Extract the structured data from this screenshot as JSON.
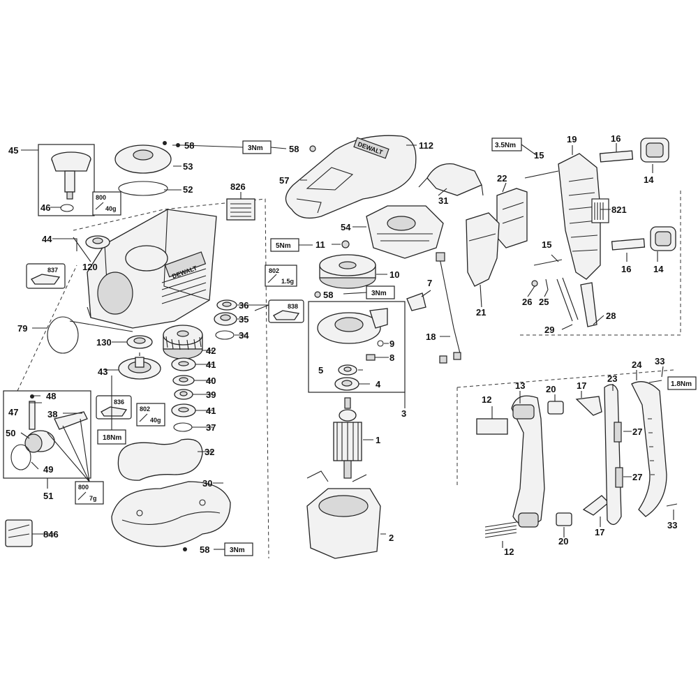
{
  "callouts": {
    "c1": "1",
    "c2": "2",
    "c3": "3",
    "c4": "4",
    "c5": "5",
    "c7": "7",
    "c8": "8",
    "c9": "9",
    "c10": "10",
    "c11": "11",
    "c12a": "12",
    "c12b": "12",
    "c13": "13",
    "c14a": "14",
    "c14b": "14",
    "c15a": "15",
    "c15b": "15",
    "c16a": "16",
    "c16b": "16",
    "c17a": "17",
    "c17b": "17",
    "c18": "18",
    "c19": "19",
    "c20a": "20",
    "c20b": "20",
    "c21": "21",
    "c22": "22",
    "c23": "23",
    "c24": "24",
    "c25": "25",
    "c26": "26",
    "c27a": "27",
    "c27b": "27",
    "c28": "28",
    "c29": "29",
    "c30": "30",
    "c31": "31",
    "c32": "32",
    "c33a": "33",
    "c33b": "33",
    "c34": "34",
    "c35": "35",
    "c36": "36",
    "c37": "37",
    "c38": "38",
    "c39": "39",
    "c40": "40",
    "c41a": "41",
    "c41b": "41",
    "c42": "42",
    "c43": "43",
    "c44": "44",
    "c45": "45",
    "c46": "46",
    "c47": "47",
    "c48": "48",
    "c49": "49",
    "c50": "50",
    "c51": "51",
    "c52": "52",
    "c53": "53",
    "c54": "54",
    "c57": "57",
    "c58a": "58",
    "c58b": "58",
    "c58c": "58",
    "c58d": "58",
    "c79": "79",
    "c112": "112",
    "c120": "120",
    "c130": "130",
    "c821": "821",
    "c826": "826",
    "c837": "837",
    "c838": "838",
    "c836": "836",
    "c846": "846"
  },
  "torque": {
    "t_3nm_top": "3Nm",
    "t_3nm_mid": "3Nm",
    "t_3nm_bottom": "3Nm",
    "t_5nm": "5Nm",
    "t_3_5nm": "3.5Nm",
    "t_1_8nm": "1.8Nm",
    "t_18nm": "18Nm"
  },
  "grease": {
    "g800a_code": "800",
    "g800a_amt": "40g",
    "g802a_code": "802",
    "g802a_amt": "1.5g",
    "g802b_code": "802",
    "g802b_amt": "40g",
    "g800b_code": "800",
    "g800b_amt": "7g"
  },
  "brand": {
    "housing_logo": "DEWALT",
    "cover_logo": "DEWALT"
  }
}
